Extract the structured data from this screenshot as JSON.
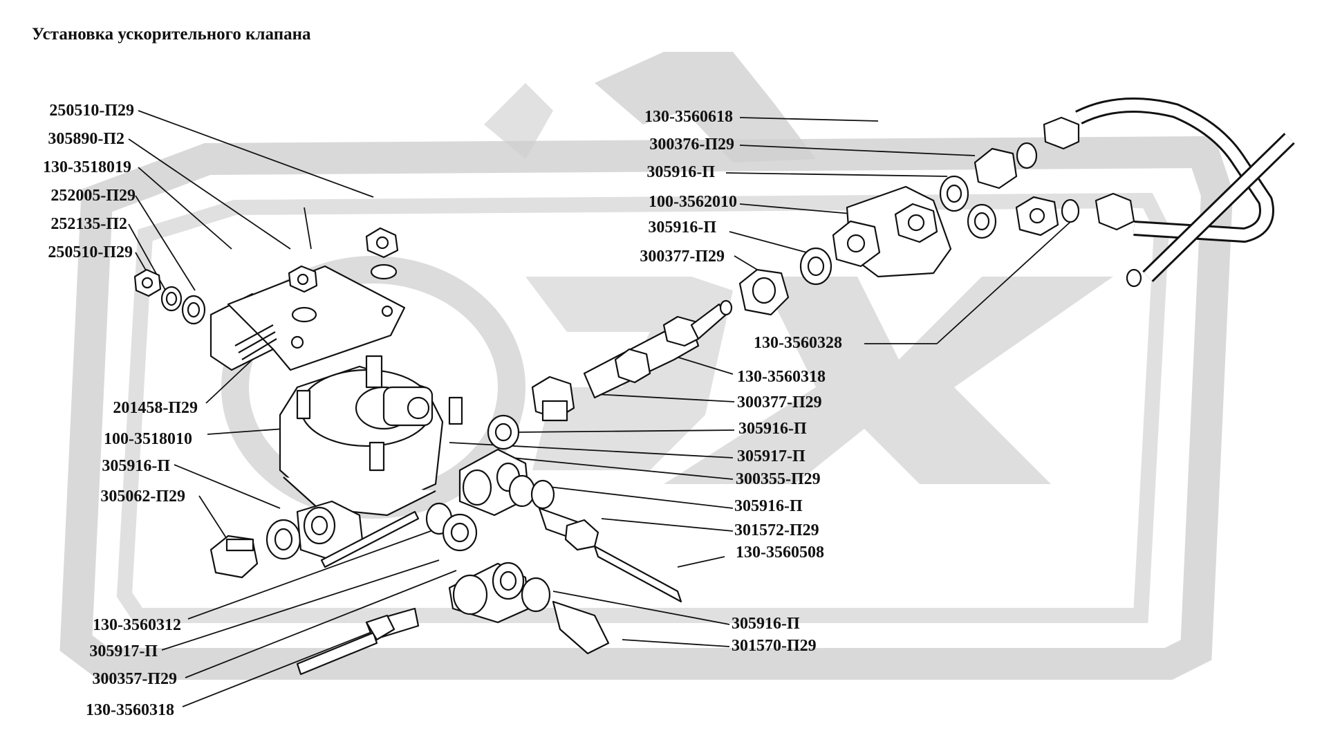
{
  "title": "Установка ускорительного клапана",
  "labels": [
    {
      "id": "l1",
      "text": "250510-П29"
    },
    {
      "id": "l2",
      "text": "305890-П2"
    },
    {
      "id": "l3",
      "text": "130-3518019"
    },
    {
      "id": "l4",
      "text": "252005-П29"
    },
    {
      "id": "l5",
      "text": "252135-П2"
    },
    {
      "id": "l6",
      "text": "250510-П29"
    },
    {
      "id": "l7",
      "text": "201458-П29"
    },
    {
      "id": "l8",
      "text": "100-3518010"
    },
    {
      "id": "l9",
      "text": "305916-П"
    },
    {
      "id": "l10",
      "text": "305062-П29"
    },
    {
      "id": "l11",
      "text": "130-3560312"
    },
    {
      "id": "l12",
      "text": "305917-П"
    },
    {
      "id": "l13",
      "text": "300357-П29"
    },
    {
      "id": "l14",
      "text": "130-3560318"
    },
    {
      "id": "r1",
      "text": "130-3560618"
    },
    {
      "id": "r2",
      "text": "300376-П29"
    },
    {
      "id": "r3",
      "text": "305916-П"
    },
    {
      "id": "r4",
      "text": "100-3562010"
    },
    {
      "id": "r5",
      "text": "305916-П"
    },
    {
      "id": "r6",
      "text": "300377-П29"
    },
    {
      "id": "r7",
      "text": "130-3560328"
    },
    {
      "id": "r8",
      "text": "130-3560318"
    },
    {
      "id": "r9",
      "text": "300377-П29"
    },
    {
      "id": "r10",
      "text": "305916-П"
    },
    {
      "id": "r11",
      "text": "305917-П"
    },
    {
      "id": "r12",
      "text": "300355-П29"
    },
    {
      "id": "r13",
      "text": "305916-П"
    },
    {
      "id": "r14",
      "text": "301572-П29"
    },
    {
      "id": "r15",
      "text": "130-3560508"
    },
    {
      "id": "r16",
      "text": "305916-П"
    },
    {
      "id": "r17",
      "text": "301570-П29"
    }
  ],
  "colors": {
    "ink": "#111111",
    "watermark": "#c8c8c8",
    "background": "#ffffff"
  }
}
